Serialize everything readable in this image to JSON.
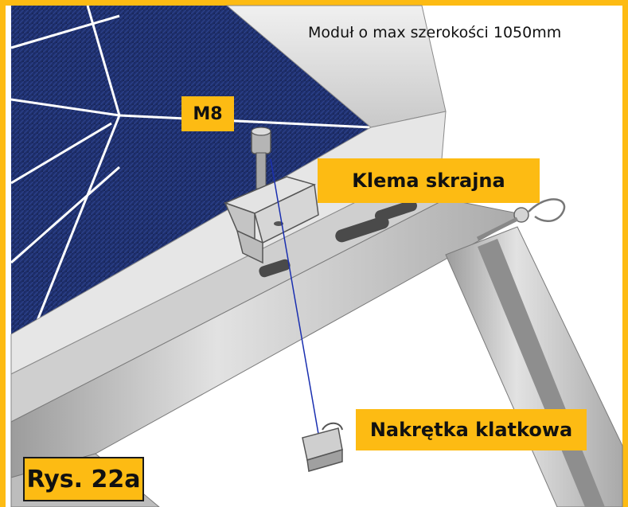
{
  "caption": "Moduł o max szerokości 1050mm",
  "labels": {
    "bolt": "M8",
    "end_clamp": "Klema skrajna",
    "cage_nut": "Nakrętka klatkowa",
    "figure": "Rys. 22a"
  },
  "colors": {
    "label_fill": "#fdbb13",
    "frame_border": "#fdbb13",
    "panel_cell": "#1d2d6b",
    "aluminium": "#d8d8d8",
    "guide_line": "#1a2fb0"
  }
}
